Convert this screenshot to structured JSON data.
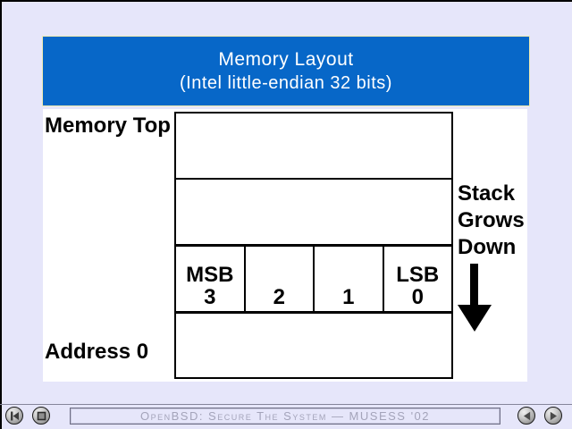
{
  "slide": {
    "header": {
      "title": "Memory Layout",
      "subtitle": "(Intel little-endian 32 bits)"
    },
    "diagram": {
      "memory_top_label": "Memory Top",
      "address_zero_label": "Address 0",
      "stack_note": {
        "line1": "Stack",
        "line2": "Grows",
        "line3": "Down"
      },
      "stack_arrow_icon": "down-arrow-icon",
      "byte_row": {
        "cells": [
          {
            "tag": "MSB",
            "number": "3"
          },
          {
            "tag": "",
            "number": "2"
          },
          {
            "tag": "",
            "number": "1"
          },
          {
            "tag": "LSB",
            "number": "0"
          }
        ]
      }
    }
  },
  "statusbar": {
    "text": "OpenBSD: Secure The System — MUSESS '02"
  },
  "nav": {
    "buttons": [
      {
        "name": "go-to-first-slide",
        "icon": "skip-to-start-icon"
      },
      {
        "name": "stop-presentation",
        "icon": "stop-square-icon"
      },
      {
        "name": "previous-slide",
        "icon": "triangle-left-icon"
      },
      {
        "name": "next-slide",
        "icon": "triangle-right-icon"
      }
    ]
  },
  "colors": {
    "window_background": "#e6e6fa",
    "banner_blue": "#0767c8",
    "banner_border_yellow": "#efeab0",
    "panel_white": "#ffffff",
    "diagram_line": "#000000",
    "status_text_gray": "#a4a4ba"
  }
}
